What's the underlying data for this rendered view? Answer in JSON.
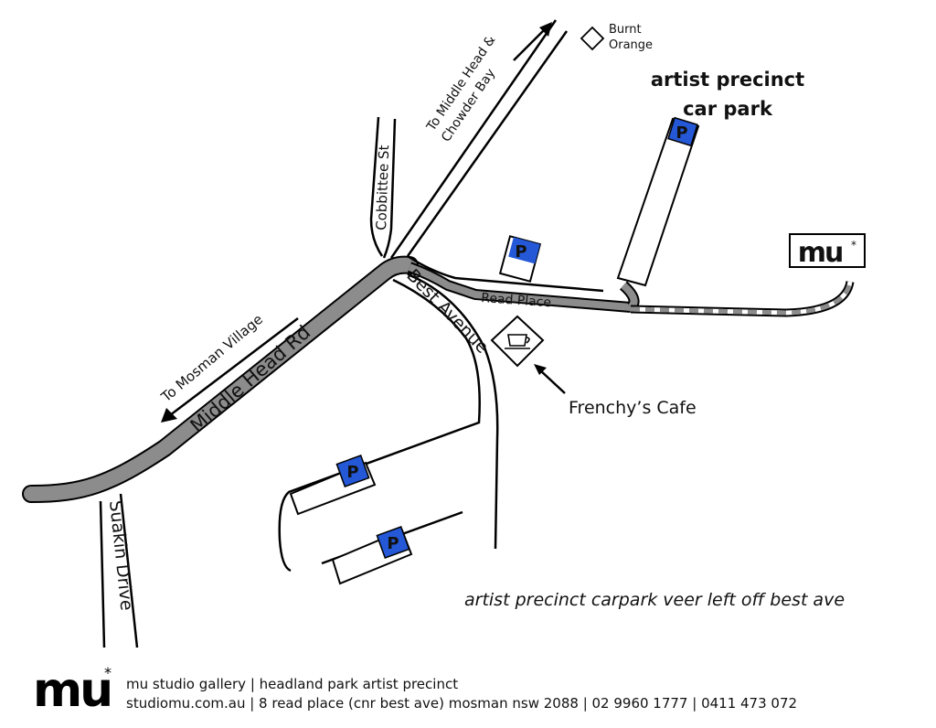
{
  "roads": {
    "middle_head_rd": "Middle Head Rd",
    "best_avenue": "Best Avenue",
    "read_place": "Read Place",
    "cobbittee_st": "Cobbittee St",
    "suakin_drive": "Suakin Drive"
  },
  "directions": {
    "to_mosman_village": "To Mosman Village",
    "to_middle_head_line1": "To Middle Head &",
    "to_middle_head_line2": "Chowder Bay"
  },
  "landmarks": {
    "burnt_orange_line1": "Burnt",
    "burnt_orange_line2": "Orange",
    "frenchys_cafe": "Frenchy’s Cafe",
    "car_park_title_line1": "artist precinct",
    "car_park_title_line2": "car park",
    "parking_symbol": "P",
    "mu_sign": "mu",
    "mu_sign_star": "*"
  },
  "note": "artist precinct carpark veer left off best ave",
  "footer": {
    "logo": "mu",
    "logo_star": "*",
    "line1": "mu studio gallery | headland park artist precinct",
    "line2": "studiomu.com.au | 8 read place (cnr best ave) mosman nsw 2088 | 02 9960 1777 | 0411 473 072"
  },
  "colors": {
    "main_road": "#8c8c8c",
    "parking_blue": "#2458d6",
    "outline": "#000000"
  }
}
